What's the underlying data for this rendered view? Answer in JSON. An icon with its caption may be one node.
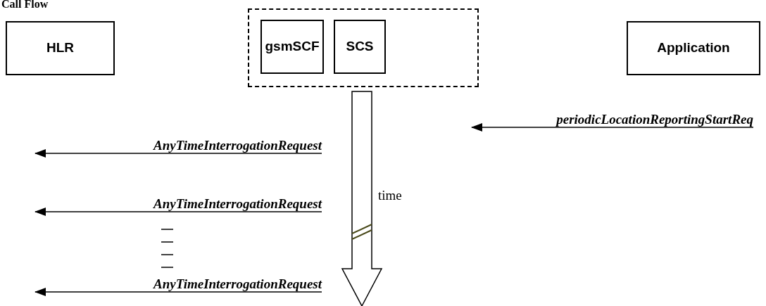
{
  "diagram": {
    "title": "Call Flow",
    "nodes": [
      {
        "text": [
          "HLR"
        ]
      },
      {
        "text": [],
        "shape": "box"
      },
      {
        "text": [
          "gsmSCF"
        ],
        "in": 1
      },
      {
        "text": [
          "SCS"
        ],
        "in": 1
      },
      {
        "text": [
          "Application"
        ]
      },
      {
        "text": [
          "periodicLocationReportingStartReq"
        ]
      },
      {
        "text": [
          "AnyTimeInterrogationRequest"
        ]
      },
      {
        "text": [
          "AnyTimeInterrogationRequest"
        ]
      },
      {
        "text": [
          "AnyTimeInterrogationRequest"
        ]
      }
    ],
    "edges": [
      {
        "from": 5,
        "to": null,
        "arrow": "to"
      },
      {
        "from": 6,
        "to": null,
        "arrow": "to"
      },
      {
        "from": 7,
        "to": null,
        "arrow": "to"
      },
      {
        "from": 8,
        "to": null,
        "arrow": "to"
      }
    ],
    "labels": [
      "time"
    ]
  }
}
